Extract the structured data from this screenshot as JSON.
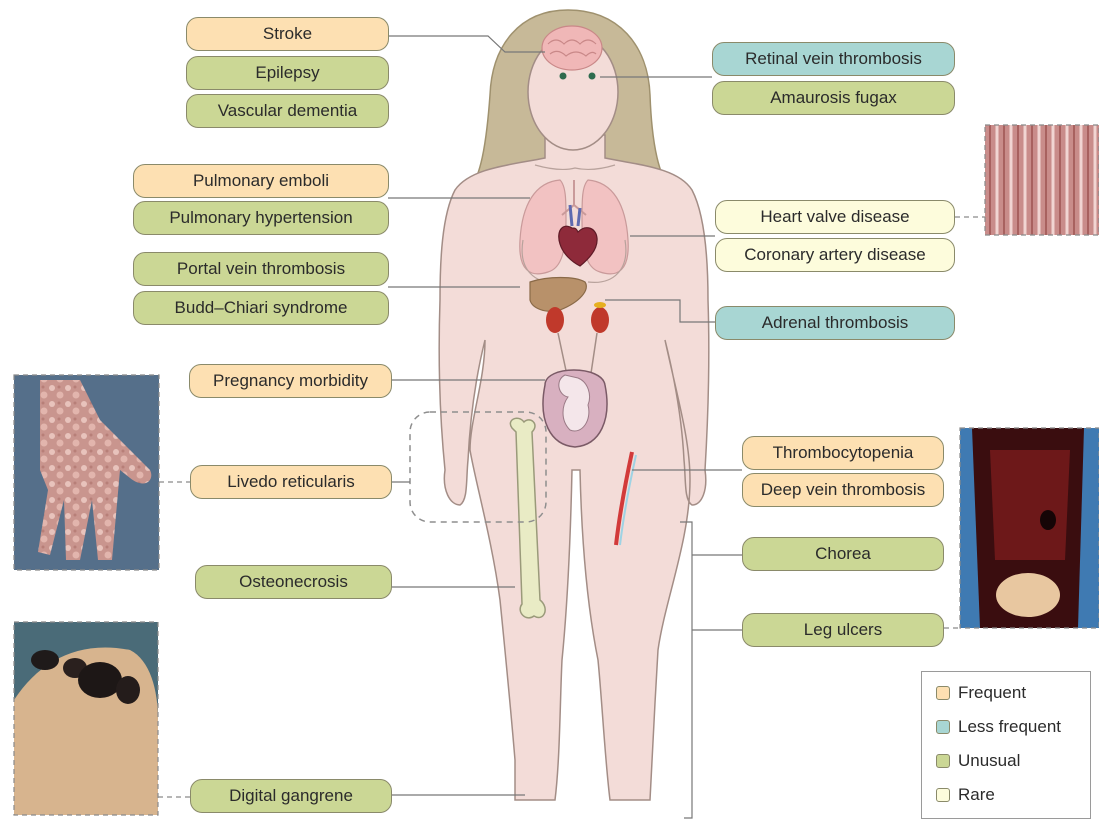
{
  "colors": {
    "frequent": "#fde0b2",
    "less_frequent": "#a8d6d3",
    "unusual": "#cbd795",
    "rare": "#fdfcdc",
    "skin": "#f3dcd8",
    "hair": "#c7b998"
  },
  "legend": {
    "frequent": "Frequent",
    "less_frequent": "Less frequent",
    "unusual": "Unusual",
    "rare": "Rare"
  },
  "labels": {
    "stroke": {
      "text": "Stroke",
      "category": "frequent"
    },
    "epilepsy": {
      "text": "Epilepsy",
      "category": "unusual"
    },
    "vascular_dementia": {
      "text": "Vascular dementia",
      "category": "unusual"
    },
    "retinal_vein_thrombosis": {
      "text": "Retinal vein thrombosis",
      "category": "less_frequent"
    },
    "amaurosis_fugax": {
      "text": "Amaurosis fugax",
      "category": "unusual"
    },
    "pulmonary_emboli": {
      "text": "Pulmonary emboli",
      "category": "frequent"
    },
    "pulmonary_hypertension": {
      "text": "Pulmonary hypertension",
      "category": "unusual"
    },
    "heart_valve_disease": {
      "text": "Heart valve disease",
      "category": "rare"
    },
    "coronary_artery_disease": {
      "text": "Coronary artery disease",
      "category": "rare"
    },
    "portal_vein_thrombosis": {
      "text": "Portal vein thrombosis",
      "category": "unusual"
    },
    "budd_chiari": {
      "text": "Budd–Chiari syndrome",
      "category": "unusual"
    },
    "adrenal_thrombosis": {
      "text": "Adrenal thrombosis",
      "category": "less_frequent"
    },
    "pregnancy_morbidity": {
      "text": "Pregnancy morbidity",
      "category": "frequent"
    },
    "livedo_reticularis": {
      "text": "Livedo reticularis",
      "category": "frequent"
    },
    "thrombocytopenia": {
      "text": "Thrombocytopenia",
      "category": "frequent"
    },
    "deep_vein_thrombosis": {
      "text": "Deep vein thrombosis",
      "category": "frequent"
    },
    "chorea": {
      "text": "Chorea",
      "category": "unusual"
    },
    "osteonecrosis": {
      "text": "Osteonecrosis",
      "category": "unusual"
    },
    "leg_ulcers": {
      "text": "Leg ulcers",
      "category": "unusual"
    },
    "digital_gangrene": {
      "text": "Digital gangrene",
      "category": "unusual"
    }
  },
  "photos": [
    "heart-valve-tissue-photo",
    "livedo-hand-photo",
    "digital-gangrene-foot-photo",
    "leg-ulcer-photo"
  ]
}
